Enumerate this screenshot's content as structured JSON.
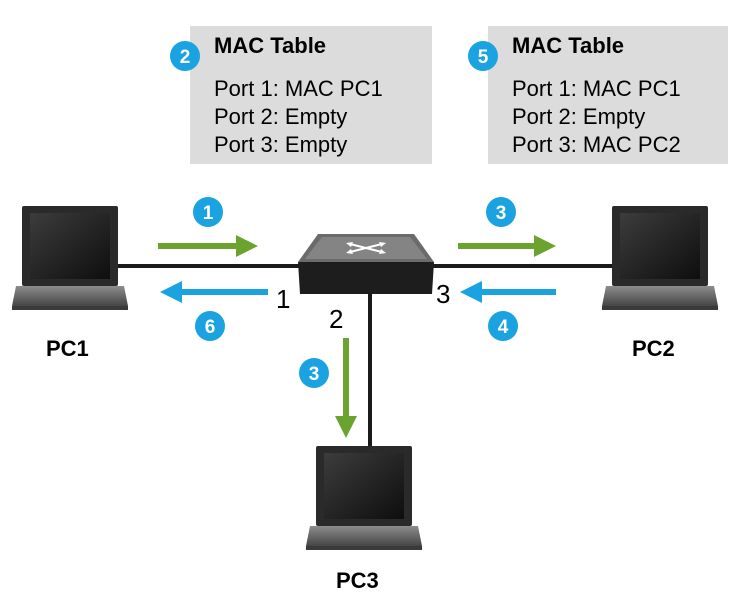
{
  "colors": {
    "step_badge": "#1aa3e0",
    "arrow_green": "#6aa42f",
    "arrow_blue": "#1aa3e0",
    "table_bg": "#dcdcdc",
    "link": "#1a1a1a"
  },
  "mac_tables": [
    {
      "step": "2",
      "title": "MAC Table",
      "rows": [
        "Port 1: MAC PC1",
        "Port 2: Empty",
        "Port 3: Empty"
      ]
    },
    {
      "step": "5",
      "title": "MAC Table",
      "rows": [
        "Port 1: MAC PC1",
        "Port 2: Empty",
        "Port 3: MAC PC2"
      ]
    }
  ],
  "hosts": {
    "pc1": "PC1",
    "pc2": "PC2",
    "pc3": "PC3"
  },
  "ports": {
    "p1": "1",
    "p2": "2",
    "p3": "3"
  },
  "arrows": [
    {
      "step": "1",
      "color": "green",
      "direction": "right",
      "segment": "PC1 to switch"
    },
    {
      "step": "6",
      "color": "blue",
      "direction": "left",
      "segment": "switch to PC1"
    },
    {
      "step": "3",
      "color": "green",
      "direction": "right",
      "segment": "switch to PC2"
    },
    {
      "step": "4",
      "color": "blue",
      "direction": "left",
      "segment": "PC2 to switch"
    },
    {
      "step": "3",
      "color": "green",
      "direction": "down",
      "segment": "switch to PC3"
    }
  ],
  "icons": {
    "switch": "switch-icon",
    "laptop": "laptop-icon"
  }
}
